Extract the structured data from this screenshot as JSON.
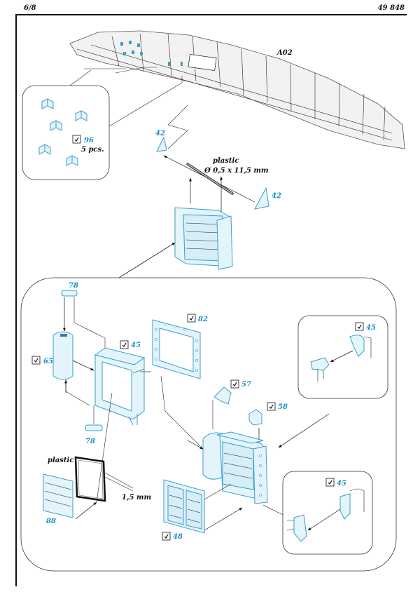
{
  "header": {
    "page": "6/8",
    "code": "49 848"
  },
  "fuselage": {
    "label": "A02"
  },
  "rod": {
    "title": "plastic",
    "size": "Ø 0,5 x 11,5 mm"
  },
  "inset_top": {
    "part": "96",
    "qty": "5 pcs."
  },
  "parts": {
    "p42a": "42",
    "p42b": "42",
    "p78a": "78",
    "p78b": "78",
    "p65": "65",
    "p45a": "45",
    "p82": "82",
    "p57": "57",
    "p58": "58",
    "p88": "88",
    "p48": "48",
    "p45b": "45",
    "p45c": "45"
  },
  "plastic_sheet": {
    "title": "plastic",
    "thickness": "1,5 mm"
  },
  "colors": {
    "etch": "#3a9ecb",
    "etch_fill": "#e4f4fb",
    "label": "#1a8fc9",
    "ink": "#111111"
  },
  "icons": {
    "bend": "bend-check-icon"
  }
}
